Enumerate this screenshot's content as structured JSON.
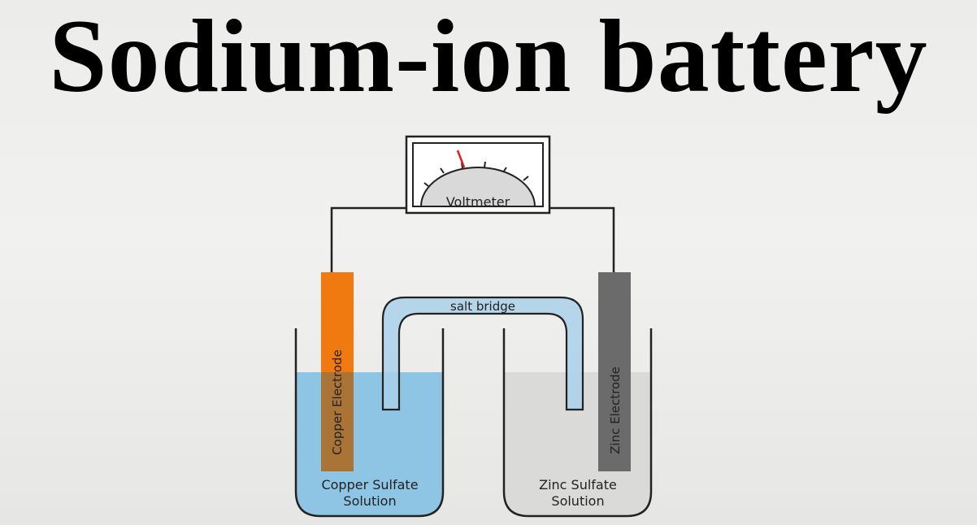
{
  "title": "Sodium-ion battery",
  "diagram": {
    "voltmeter_label": "Voltmeter",
    "salt_bridge_label": "salt bridge",
    "left_electrode_label": "Copper Electrode",
    "right_electrode_label": "Zinc Electrode",
    "left_solution_line1": "Copper Sulfate",
    "left_solution_line2": "Solution",
    "right_solution_line1": "Zinc Sulfate",
    "right_solution_line2": "Solution"
  },
  "colors": {
    "copper_electrode": "#f07a10",
    "zinc_electrode": "#6b6b6b",
    "copper_solution": "#8ec5e4",
    "zinc_solution": "#dadad8",
    "salt_bridge": "#a9d0ea",
    "needle": "#e02020"
  }
}
